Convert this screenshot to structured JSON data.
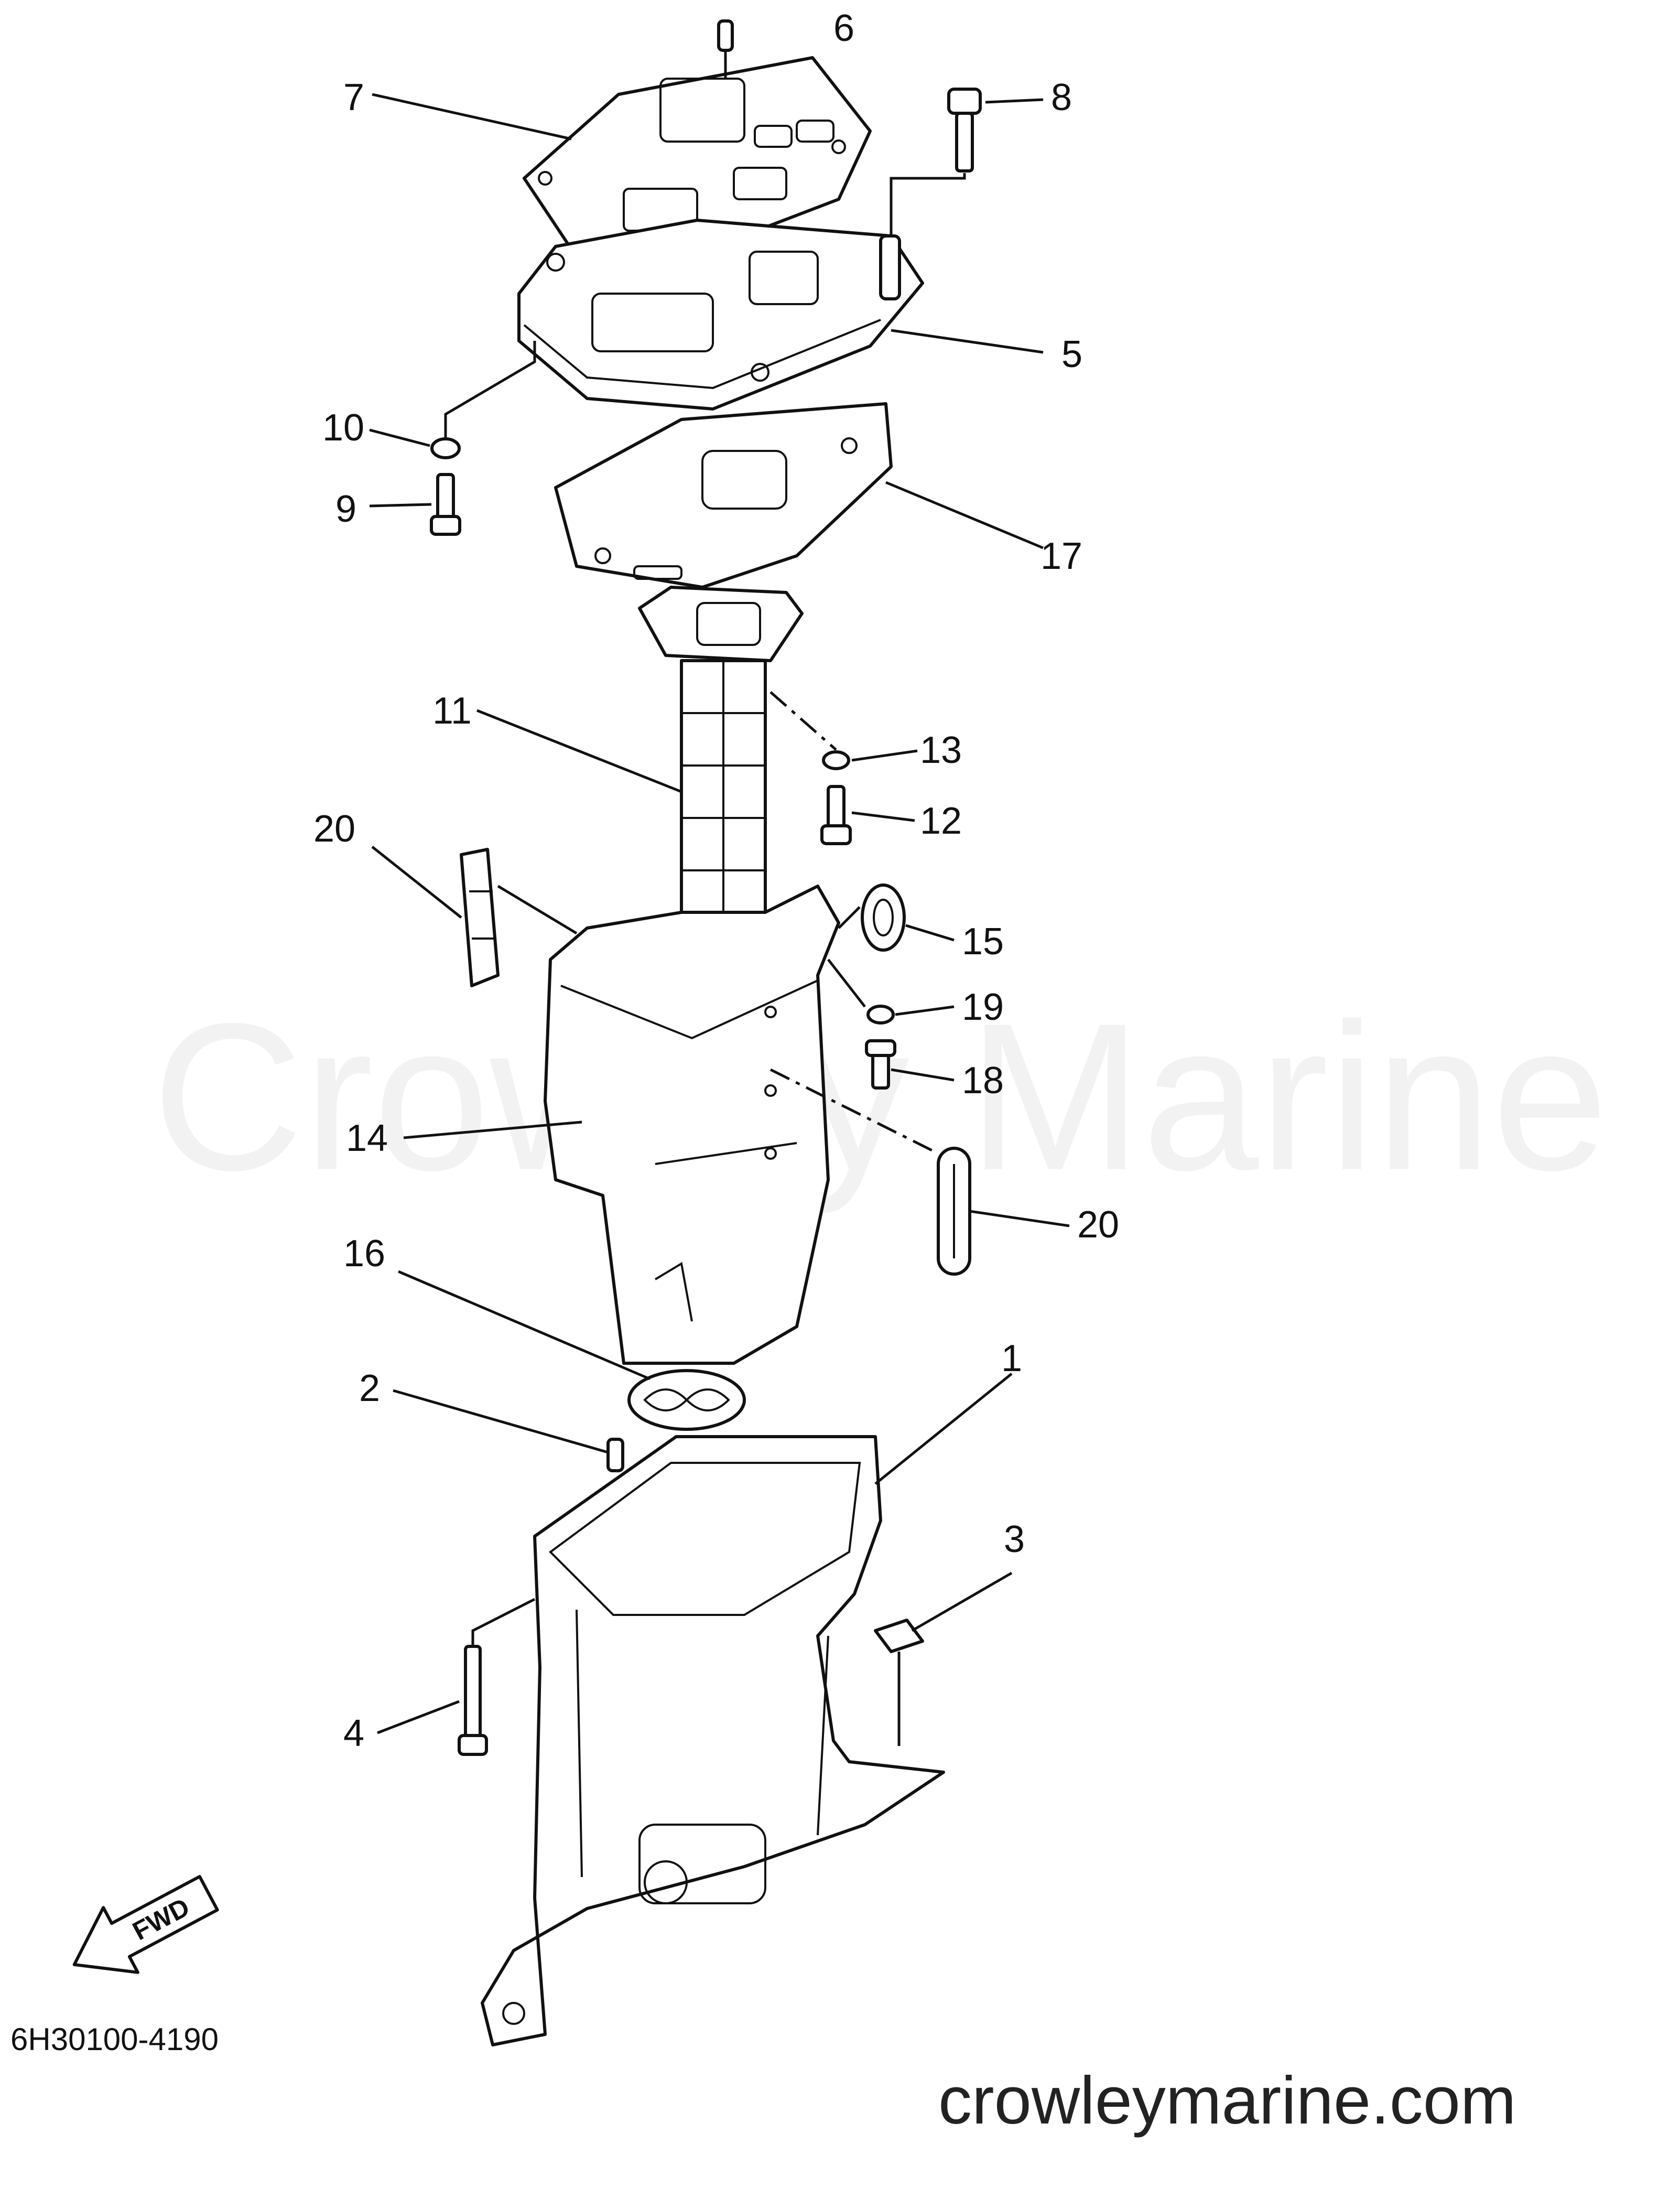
{
  "callouts": {
    "c1": "1",
    "c2": "2",
    "c3": "3",
    "c4": "4",
    "c5": "5",
    "c6": "6",
    "c7": "7",
    "c8": "8",
    "c9": "9",
    "c10": "10",
    "c11": "11",
    "c12": "12",
    "c13": "13",
    "c14": "14",
    "c15": "15",
    "c16": "16",
    "c17": "17",
    "c18": "18",
    "c19": "19",
    "c20a": "20",
    "c20b": "20"
  },
  "direction_label": "FWD",
  "diagram_code": "6H30100-4190",
  "watermark": "Crowley Marine",
  "website": "crowleymarine.com"
}
